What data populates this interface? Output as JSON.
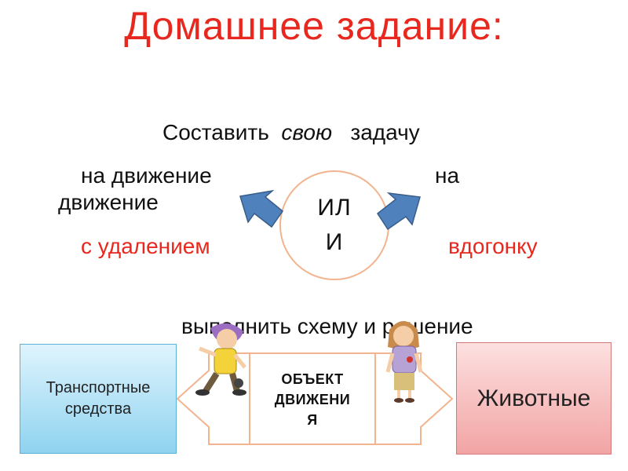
{
  "title": "Домашнее задание:",
  "task": {
    "part1": "Составить",
    "part2": "свою",
    "part3": "задачу"
  },
  "options": {
    "left_top": "на движение",
    "left_bottom": "движение",
    "right_top": "на",
    "left_red": "с удалением",
    "right_red": "вдогонку",
    "or_line1": "ИЛ",
    "or_line2": "И"
  },
  "instruction": "выполнить схему и решение",
  "blocks": {
    "left": [
      "Транспортные",
      "средства"
    ],
    "center": [
      "ОБЪЕКТ",
      "ДВИЖЕНИ",
      "Я"
    ],
    "right": "Животные"
  },
  "colors": {
    "title": "#e8281e",
    "accent_red": "#e8281e",
    "arrow_blue": "#4f81bd",
    "left_box": "#8fd3f0",
    "right_box": "#f2a4a4",
    "circle_border": "#f2b48f"
  }
}
